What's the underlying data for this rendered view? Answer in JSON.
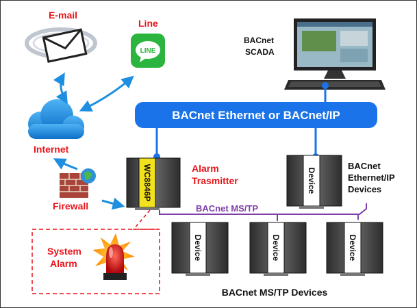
{
  "labels": {
    "email": "E-mail",
    "line": "Line",
    "line_logo": "LINE",
    "internet": "Internet",
    "firewall": "Firewall",
    "scada_line1": "BACnet",
    "scada_line2": "SCADA",
    "bus": "BACnet Ethernet or BACnet/IP",
    "alarm_line1": "Alarm",
    "alarm_line2": "Trasmitter",
    "transmitter_model": "WC8846P",
    "device": "Device",
    "ip_dev_line1": "BACnet",
    "ip_dev_line2": "Ethernet/IP",
    "ip_dev_line3": "Devices",
    "mstp_bus": "BACnet MS/TP",
    "mstp_devices": "BACnet MS/TP Devices",
    "system_alarm_line1": "System",
    "system_alarm_line2": "Alarm"
  },
  "colors": {
    "bus_blue": "#1a73e8",
    "accent_red": "#e8151b",
    "mstp_purple": "#7f3fa8",
    "line_green": "#2cb53e",
    "cloud_blue": "#1d8ee0",
    "alarm_dash": "#e8151b"
  },
  "icons": [
    "email-envelope-icon",
    "line-app-icon",
    "cloud-icon",
    "firewall-icon",
    "computer-icon",
    "alarm-beacon-icon"
  ]
}
